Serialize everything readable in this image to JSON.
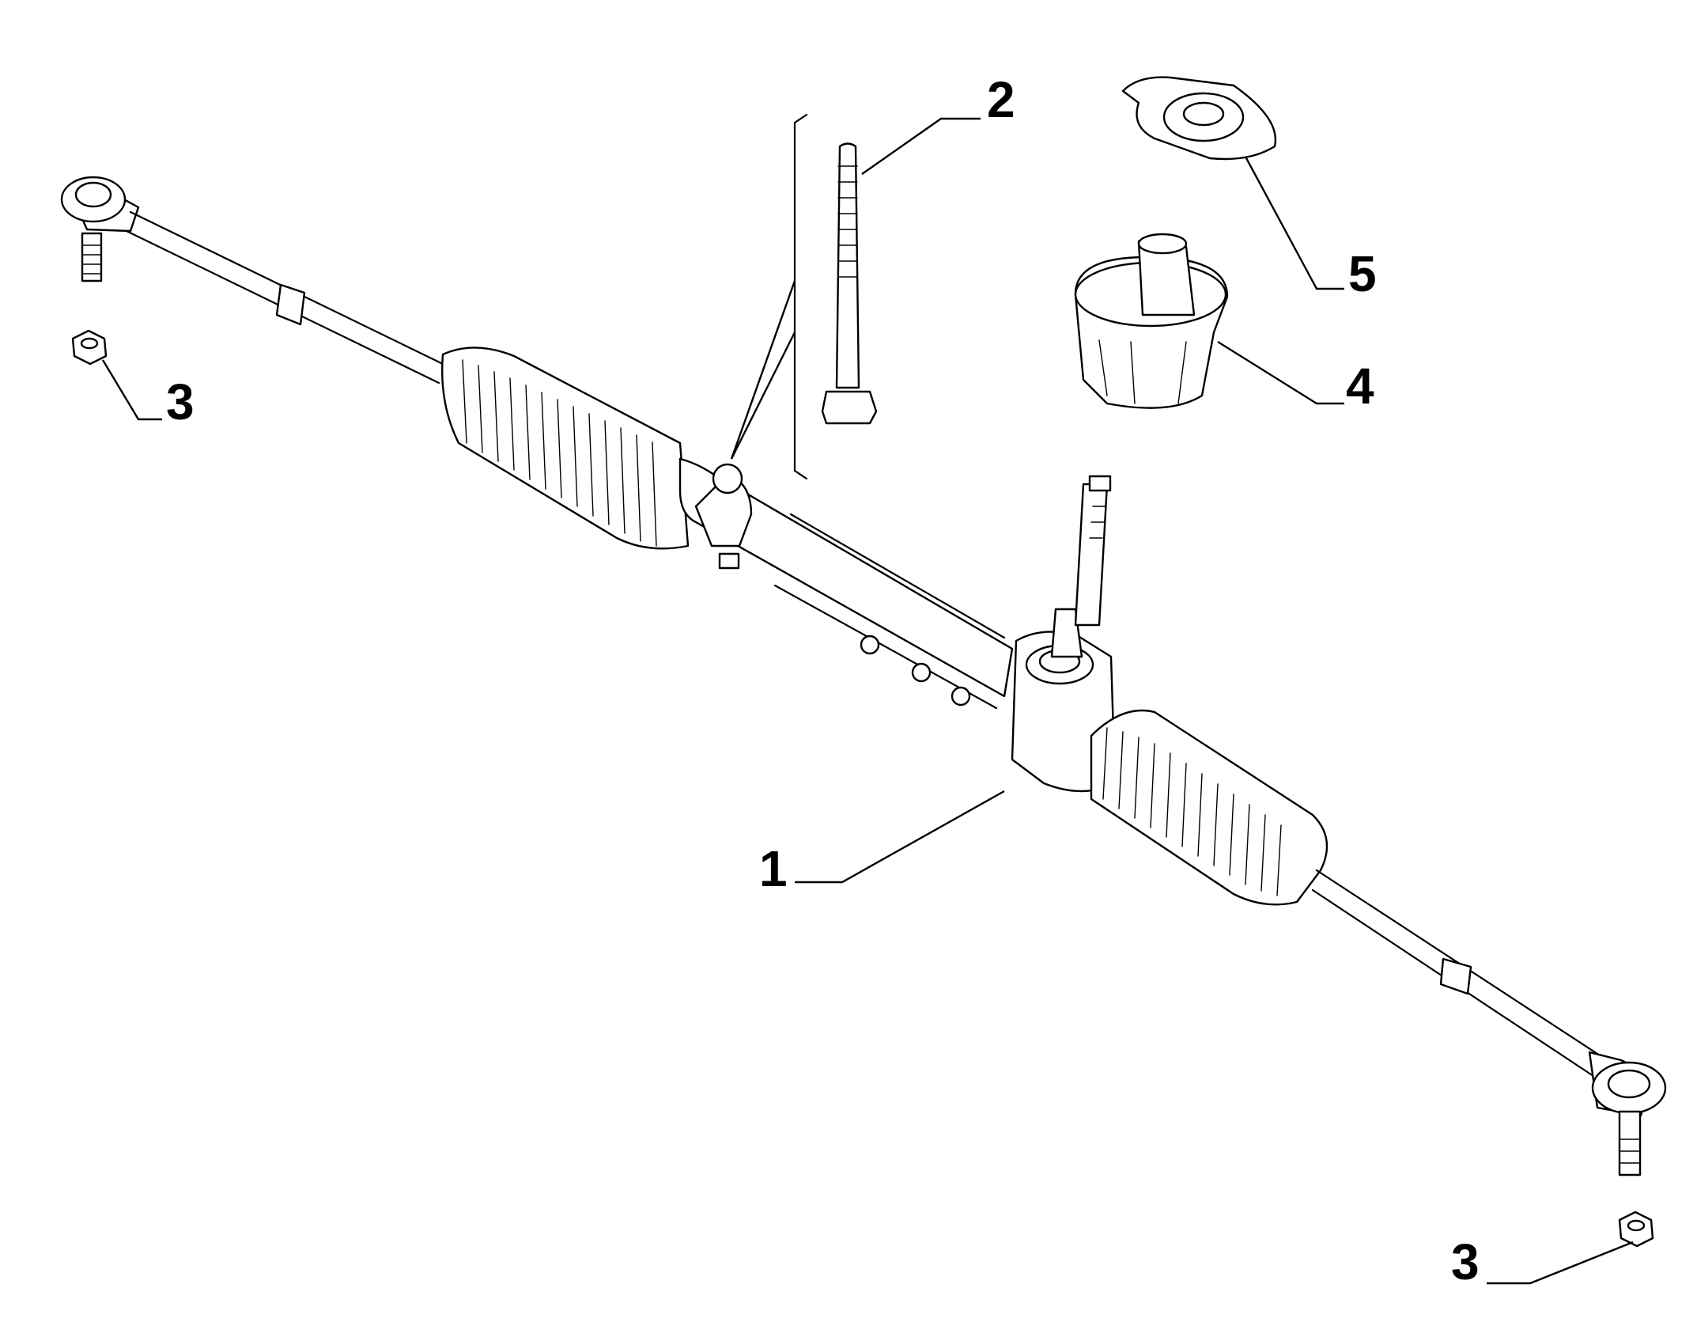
{
  "callouts": {
    "c1": "1",
    "c2": "2",
    "c3a": "3",
    "c3b": "3",
    "c4": "4",
    "c5": "5"
  },
  "colors": {
    "line": "#000000",
    "background": "#ffffff"
  }
}
